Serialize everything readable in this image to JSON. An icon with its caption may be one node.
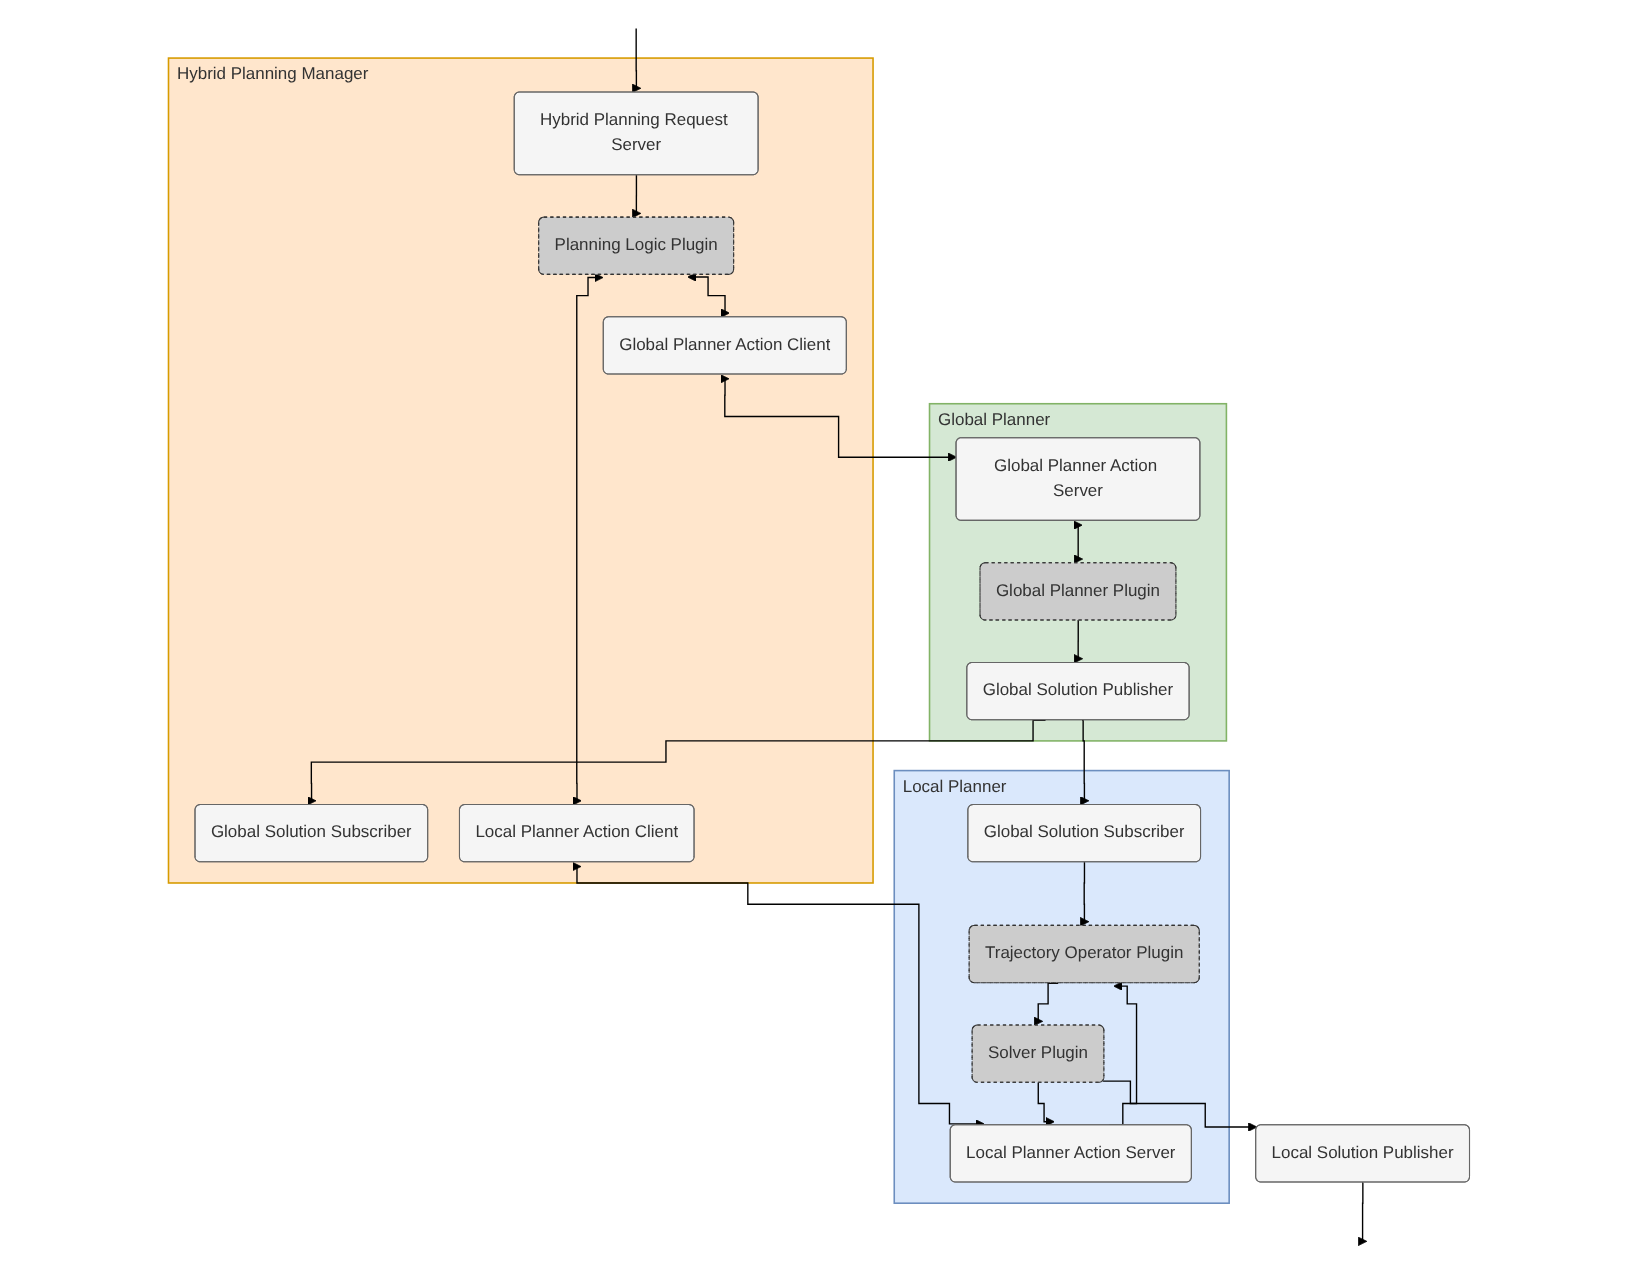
{
  "diagram": {
    "nodes": [
      {
        "text": [
          "Hybrid Planning Manager"
        ]
      },
      {
        "text": [
          "Hybrid Planning Request Server"
        ],
        "in": 0
      },
      {
        "text": [
          "Global Planner Action Client"
        ],
        "in": 0
      },
      {
        "text": [
          "Global Solution Subscriber"
        ],
        "in": 0
      },
      {
        "text": [
          "Planning Logic Plugin"
        ],
        "in": 0
      },
      {
        "text": [
          "Local Planner Action Client"
        ],
        "in": 0
      },
      {
        "text": [
          "Global Planner"
        ]
      },
      {
        "text": [
          "Global Planner Action Server"
        ],
        "in": 6
      },
      {
        "text": [
          "Global Planner Plugin"
        ],
        "in": 6
      },
      {
        "text": [
          "Global Solution Publisher"
        ],
        "in": 6
      },
      {
        "text": [
          "Local Planner"
        ]
      },
      {
        "text": [
          "Global Solution Subscriber"
        ],
        "in": 10
      },
      {
        "text": [
          "Trajectory Operator Plugin"
        ],
        "in": 10
      },
      {
        "text": [
          "Local Planner Action Server"
        ],
        "in": 10
      },
      {
        "text": [
          "Solver Plugin"
        ],
        "in": 10
      },
      {
        "text": [
          "Local Solution Publisher"
        ]
      }
    ],
    "edges": [
      {
        "from": null,
        "to": 1,
        "arrow": "to"
      },
      {
        "from": 1,
        "to": 4,
        "arrow": "to"
      },
      {
        "from": 4,
        "to": 2,
        "arrow": "both"
      },
      {
        "from": 4,
        "to": 5,
        "arrow": "both"
      },
      {
        "from": 2,
        "to": 7,
        "arrow": "both"
      },
      {
        "from": 7,
        "to": 8,
        "arrow": "both"
      },
      {
        "from": 8,
        "to": 9,
        "arrow": "to"
      },
      {
        "from": 9,
        "to": 3,
        "arrow": "to"
      },
      {
        "from": 9,
        "to": 11,
        "arrow": "to"
      },
      {
        "from": 5,
        "to": 13,
        "arrow": "both"
      },
      {
        "from": 11,
        "to": 12,
        "arrow": "to"
      },
      {
        "from": 13,
        "to": 12,
        "arrow": "to"
      },
      {
        "from": 12,
        "to": 14,
        "arrow": "to"
      },
      {
        "from": 14,
        "to": 13,
        "arrow": "to"
      },
      {
        "from": 14,
        "to": 15,
        "arrow": "to"
      },
      {
        "from": 15,
        "to": null,
        "arrow": "to"
      }
    ]
  }
}
